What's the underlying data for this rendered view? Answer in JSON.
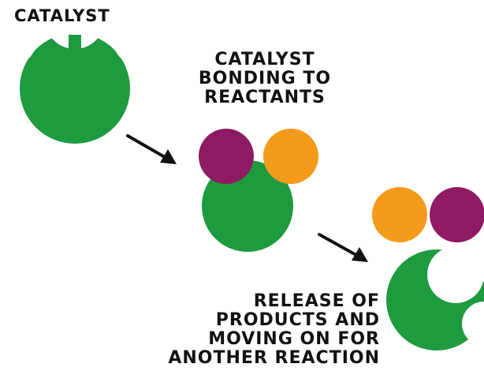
{
  "labels": {
    "catalyst": "CATALYST",
    "bonding": [
      "CATALYST",
      "BONDING TO",
      "REACTANTS"
    ],
    "release": [
      "RELEASE OF",
      "PRODUCTS AND",
      "MOVING ON FOR",
      "ANOTHER REACTION"
    ]
  },
  "stages": [
    {
      "name": "catalyst",
      "label_key": "catalyst"
    },
    {
      "name": "catalyst-bonding-to-reactants",
      "label_key": "bonding"
    },
    {
      "name": "release-of-products",
      "label_key": "release"
    }
  ],
  "colors": {
    "catalyst": "#1e9a3f",
    "reactant_a": "#8e1a64",
    "reactant_b": "#f59b1b",
    "arrow": "#111111",
    "background": "#ffffff"
  }
}
